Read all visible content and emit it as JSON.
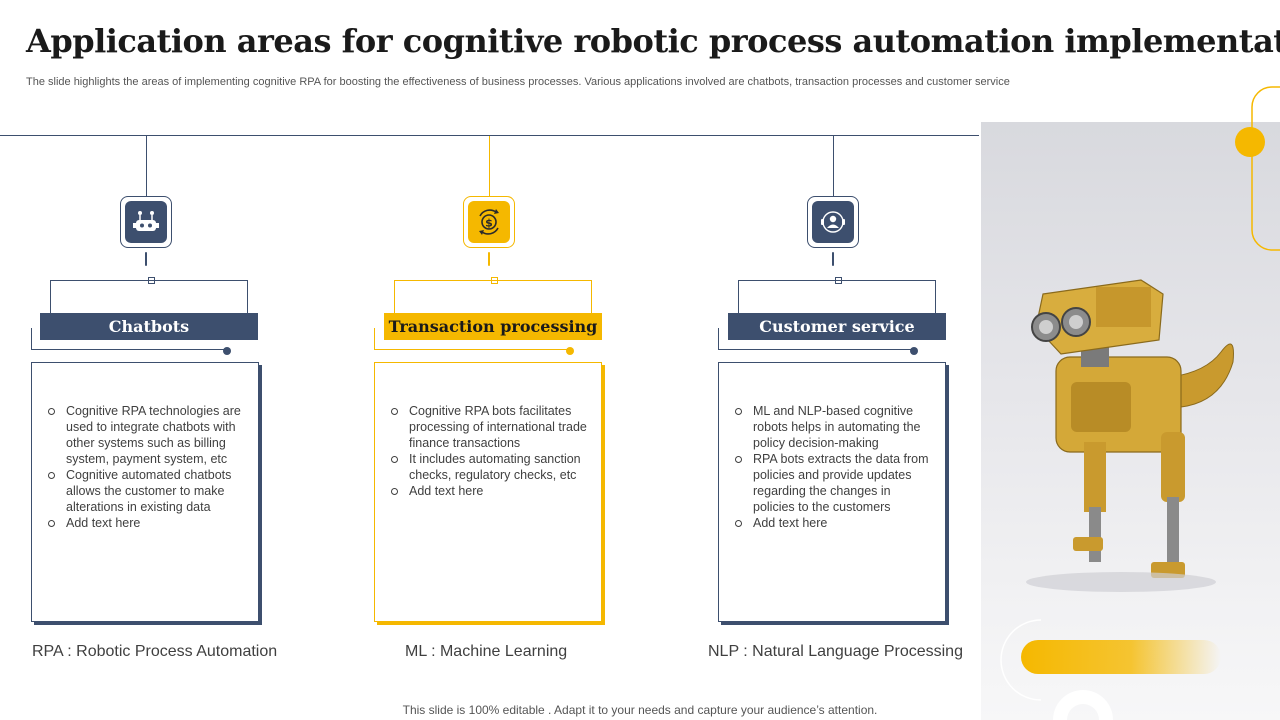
{
  "title": "Application areas for cognitive robotic process automation implementation",
  "subtitle": "The slide highlights the areas of implementing cognitive RPA for boosting the effectiveness of business processes. Various applications involved are chatbots, transaction processes and customer service",
  "colors": {
    "navy": "#3d4f6e",
    "yellow": "#f5b800",
    "text": "#404040"
  },
  "columns": [
    {
      "icon": "chatbot-robot-icon",
      "label": "Chatbots",
      "points": [
        "Cognitive RPA technologies are used to integrate chatbots with other systems such as billing system, payment system, etc",
        "Cognitive automated chatbots allows the customer to make alterations in existing data",
        "Add text here"
      ],
      "abbreviation": "RPA : Robotic Process Automation"
    },
    {
      "icon": "dollar-exchange-icon",
      "label": "Transaction processing",
      "points": [
        "Cognitive RPA bots facilitates processing of international trade finance transactions",
        "It includes automating sanction checks, regulatory checks, etc",
        "Add text here"
      ],
      "abbreviation": "ML : Machine Learning"
    },
    {
      "icon": "customer-support-icon",
      "label": "Customer service",
      "points": [
        "ML and NLP-based cognitive robots helps in automating the policy decision-making",
        "RPA bots extracts the data from policies and provide updates regarding the changes in policies to the customers",
        "Add text here"
      ],
      "abbreviation": "NLP : Natural Language Processing"
    }
  ],
  "footer": "This slide is 100% editable . Adapt it to your needs and capture your audience’s attention."
}
